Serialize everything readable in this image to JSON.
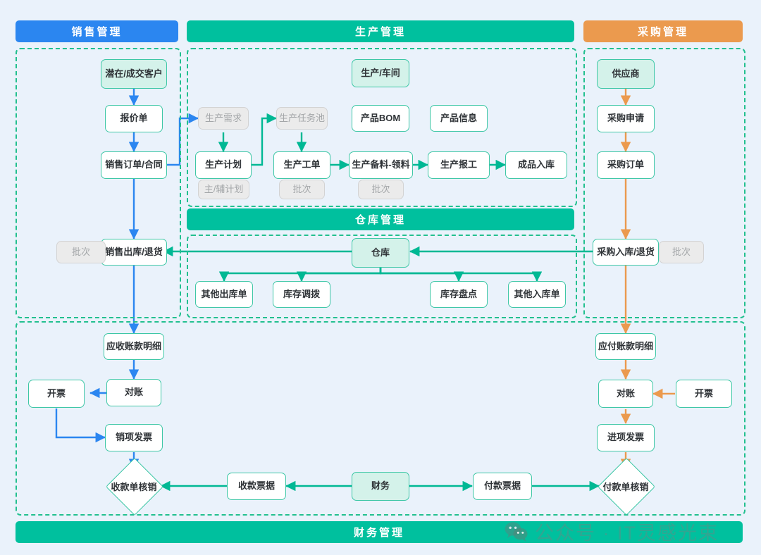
{
  "colors": {
    "sales_blue": "#2b86f0",
    "production_green": "#00c09e",
    "purchase_orange": "#eb9a4e",
    "finance_green": "#00c09e",
    "warehouse_green": "#00c09e",
    "node_border": "#3ec7a6",
    "mint_fill": "#d4f2ea",
    "gray_fill": "#ebebeb",
    "page_bg": "#eaf2fb",
    "dashed_group": "#22c08f"
  },
  "headers": {
    "sales": "销售管理",
    "production": "生产管理",
    "purchase": "采购管理",
    "warehouse": "仓库管理",
    "finance": "财务管理"
  },
  "sales": {
    "nodes": [
      {
        "id": "customer",
        "label": "潜在/成交客户",
        "style": "mint"
      },
      {
        "id": "quotation",
        "label": "报价单",
        "style": "plain"
      },
      {
        "id": "sales_order",
        "label": "销售订单/合同",
        "style": "plain"
      },
      {
        "id": "sales_out",
        "label": "销售出库/退货",
        "style": "plain"
      },
      {
        "id": "sales_batch",
        "label": "批次",
        "style": "gray"
      }
    ]
  },
  "production": {
    "nodes": [
      {
        "id": "workshop",
        "label": "生产/车间",
        "style": "mint"
      },
      {
        "id": "prod_demand",
        "label": "生产需求",
        "style": "gray"
      },
      {
        "id": "task_pool",
        "label": "生产任务池",
        "style": "gray"
      },
      {
        "id": "product_bom",
        "label": "产品BOM",
        "style": "plain"
      },
      {
        "id": "product_info",
        "label": "产品信息",
        "style": "plain"
      },
      {
        "id": "prod_plan",
        "label": "生产计划",
        "style": "plain"
      },
      {
        "id": "work_order",
        "label": "生产工单",
        "style": "plain"
      },
      {
        "id": "prep_pick",
        "label": "生产备料-领料",
        "style": "plain"
      },
      {
        "id": "report_work",
        "label": "生产报工",
        "style": "plain"
      },
      {
        "id": "fg_in",
        "label": "成品入库",
        "style": "plain"
      },
      {
        "id": "plan_tag",
        "label": "主/辅计划",
        "style": "gray"
      },
      {
        "id": "wo_batch",
        "label": "批次",
        "style": "gray"
      },
      {
        "id": "prep_batch",
        "label": "批次",
        "style": "gray"
      }
    ]
  },
  "purchase": {
    "nodes": [
      {
        "id": "supplier",
        "label": "供应商",
        "style": "mint"
      },
      {
        "id": "pr",
        "label": "采购申请",
        "style": "plain"
      },
      {
        "id": "po",
        "label": "采购订单",
        "style": "plain"
      },
      {
        "id": "pur_in",
        "label": "采购入库/退货",
        "style": "plain"
      },
      {
        "id": "pur_batch",
        "label": "批次",
        "style": "gray"
      }
    ]
  },
  "warehouse": {
    "nodes": [
      {
        "id": "warehouse",
        "label": "仓库",
        "style": "mint"
      },
      {
        "id": "other_out",
        "label": "其他出库单",
        "style": "plain"
      },
      {
        "id": "transfer",
        "label": "库存调拨",
        "style": "plain"
      },
      {
        "id": "stocktake",
        "label": "库存盘点",
        "style": "plain"
      },
      {
        "id": "other_in",
        "label": "其他入库单",
        "style": "plain"
      }
    ]
  },
  "finance": {
    "nodes": [
      {
        "id": "ar_detail",
        "label": "应收账款明细",
        "style": "plain"
      },
      {
        "id": "ar_recon",
        "label": "对账",
        "style": "plain"
      },
      {
        "id": "ar_invoice_btn",
        "label": "开票",
        "style": "plain"
      },
      {
        "id": "out_invoice",
        "label": "销项发票",
        "style": "plain"
      },
      {
        "id": "recv_bill",
        "label": "收款票据",
        "style": "plain"
      },
      {
        "id": "fin_center",
        "label": "财务",
        "style": "mint"
      },
      {
        "id": "pay_bill",
        "label": "付款票据",
        "style": "plain"
      },
      {
        "id": "ap_detail",
        "label": "应付账款明细",
        "style": "plain"
      },
      {
        "id": "ap_recon",
        "label": "对账",
        "style": "plain"
      },
      {
        "id": "ap_invoice_btn",
        "label": "开票",
        "style": "plain"
      },
      {
        "id": "in_invoice",
        "label": "进项发票",
        "style": "plain"
      }
    ],
    "diamonds": [
      {
        "id": "recv_writeoff",
        "label": "收款单核销"
      },
      {
        "id": "pay_writeoff",
        "label": "付款单核销"
      }
    ]
  },
  "watermark": {
    "text": "公众号 · IT灵感光束",
    "icon": "wechat-icon"
  }
}
